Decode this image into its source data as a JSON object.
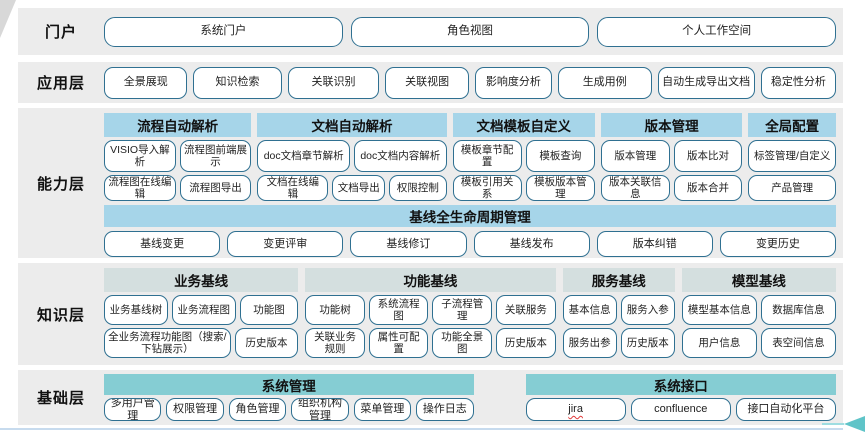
{
  "colors": {
    "band_background": "#ececec",
    "header_blue": "#a6d5e9",
    "header_gray_green": "#d4dfdf",
    "header_teal": "#85cdd3",
    "box_border": "#2f7091",
    "bottom_line_blue": "#c7dbee",
    "arrow_teal": "#5fc4c8",
    "spellcheck_red": "#e03a3a"
  },
  "portal": {
    "label": "门户",
    "items": [
      "系统门户",
      "角色视图",
      "个人工作空间"
    ]
  },
  "application": {
    "label": "应用层",
    "items": [
      "全景展现",
      "知识检索",
      "关联识别",
      "关联视图",
      "影响度分析",
      "生成用例",
      "自动生成导出文档",
      "稳定性分析"
    ]
  },
  "capability": {
    "label": "能力层",
    "groups": [
      {
        "title": "流程自动解析",
        "rows": [
          [
            "VISIO导入解析",
            "流程图前端展示"
          ],
          [
            "流程图在线编辑",
            "流程图导出"
          ]
        ]
      },
      {
        "title": "文档自动解析",
        "rows": [
          [
            "doc文档章节解析",
            "doc文档内容解析"
          ],
          [
            "文档在线编辑",
            "文档导出",
            "权限控制"
          ]
        ]
      },
      {
        "title": "文档模板自定义",
        "rows": [
          [
            "模板章节配置",
            "模板查询"
          ],
          [
            "模板引用关系",
            "模板版本管理"
          ]
        ]
      },
      {
        "title": "版本管理",
        "rows": [
          [
            "版本管理",
            "版本比对"
          ],
          [
            "版本关联信息",
            "版本合并"
          ]
        ]
      },
      {
        "title": "全局配置",
        "rows": [
          [
            "标签管理/自定义"
          ],
          [
            "产品管理"
          ]
        ]
      }
    ],
    "baseline": {
      "title": "基线全生命周期管理",
      "items": [
        "基线变更",
        "变更评审",
        "基线修订",
        "基线发布",
        "版本纠错",
        "变更历史"
      ]
    }
  },
  "knowledge": {
    "label": "知识层",
    "groups": [
      {
        "title": "业务基线",
        "rows": [
          [
            "业务基线树",
            "业务流程图",
            "功能图"
          ],
          [
            "全业务流程功能图（搜索/下钻展示）",
            "历史版本"
          ]
        ]
      },
      {
        "title": "功能基线",
        "rows": [
          [
            "功能树",
            "系统流程图",
            "子流程管理",
            "关联服务"
          ],
          [
            "关联业务规则",
            "属性可配置",
            "功能全景图",
            "历史版本"
          ]
        ]
      },
      {
        "title": "服务基线",
        "rows": [
          [
            "基本信息",
            "服务入参"
          ],
          [
            "服务出参",
            "历史版本"
          ]
        ]
      },
      {
        "title": "模型基线",
        "rows": [
          [
            "模型基本信息",
            "数据库信息"
          ],
          [
            "用户信息",
            "表空间信息"
          ]
        ]
      }
    ]
  },
  "base": {
    "label": "基础层",
    "groups": [
      {
        "title": "系统管理",
        "items": [
          "多用户管理",
          "权限管理",
          "角色管理",
          "组织机构管理",
          "菜单管理",
          "操作日志"
        ]
      },
      {
        "title": "系统接口",
        "items": [
          "jira",
          "confluence",
          "接口自动化平台"
        ]
      }
    ]
  },
  "decorations": {
    "spellcheck_item": "jira"
  }
}
